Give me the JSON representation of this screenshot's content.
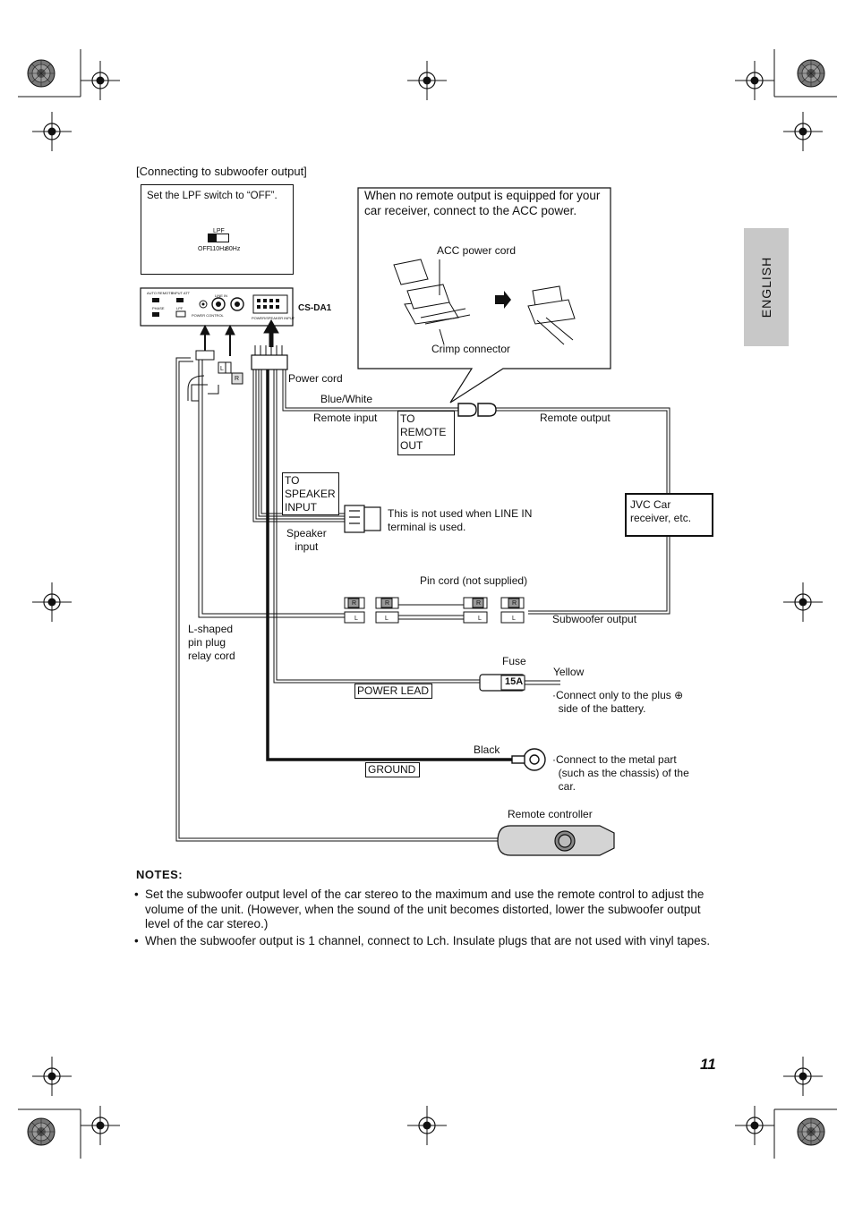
{
  "side_tab": "ENGLISH",
  "section_heading": "[Connecting to subwoofer output]",
  "lpf_box": {
    "instruction": "Set the LPF switch to “OFF”.",
    "switch_label": "LPF",
    "positions": [
      "OFF",
      "110Hz",
      "80Hz"
    ]
  },
  "unit": {
    "model": "CS-DA1",
    "labels": [
      "AUTO REMOTE",
      "INPUT ATT",
      "PHASE",
      "LPF",
      "POWER CONTROL",
      "LINE IN",
      "POWER/SPEAKER INPUT"
    ]
  },
  "acc_callout": {
    "text": "When no remote output is equipped for your car receiver, connect to the ACC power.",
    "acc_cord": "ACC power cord",
    "crimp": "Crimp connector"
  },
  "labels": {
    "power_cord": "Power cord",
    "blue_white": "Blue/White",
    "remote_input": "Remote input",
    "to_remote_out": "TO\nREMOTE\nOUT",
    "remote_output": "Remote output",
    "to_speaker_input": "TO\nSPEAKER\nINPUT",
    "speaker_input": "Speaker\ninput",
    "not_used": "This is not used when LINE IN\nterminal is used.",
    "jvc_receiver": "JVC Car\nreceiver, etc.",
    "pin_cord": "Pin cord (not supplied)",
    "subwoofer_output": "Subwoofer output",
    "l_shaped": "L-shaped\npin plug\nrelay cord",
    "fuse": "Fuse",
    "fuse_rating": "15A",
    "yellow": "Yellow",
    "power_lead": "POWER LEAD",
    "connect_plus": "·Connect only to the plus ⊕\n  side of the battery.",
    "black": "Black",
    "ground": "GROUND",
    "connect_metal": "·Connect to the metal part\n  (such as the chassis) of the\n  car.",
    "remote_controller": "Remote controller",
    "plug_r": "R",
    "plug_l": "L"
  },
  "notes": {
    "title": "NOTES:",
    "items": [
      "Set the subwoofer output level of the car stereo to the maximum and use the remote control to adjust the volume of the unit. (However, when the sound of the unit becomes distorted, lower the subwoofer output level of the car stereo.)",
      "When the subwoofer output is 1 channel, connect to Lch. Insulate plugs that are not used with vinyl tapes."
    ]
  },
  "page_number": "11",
  "colors": {
    "tab_gray": "#c8c8c8",
    "ink": "#111111"
  }
}
